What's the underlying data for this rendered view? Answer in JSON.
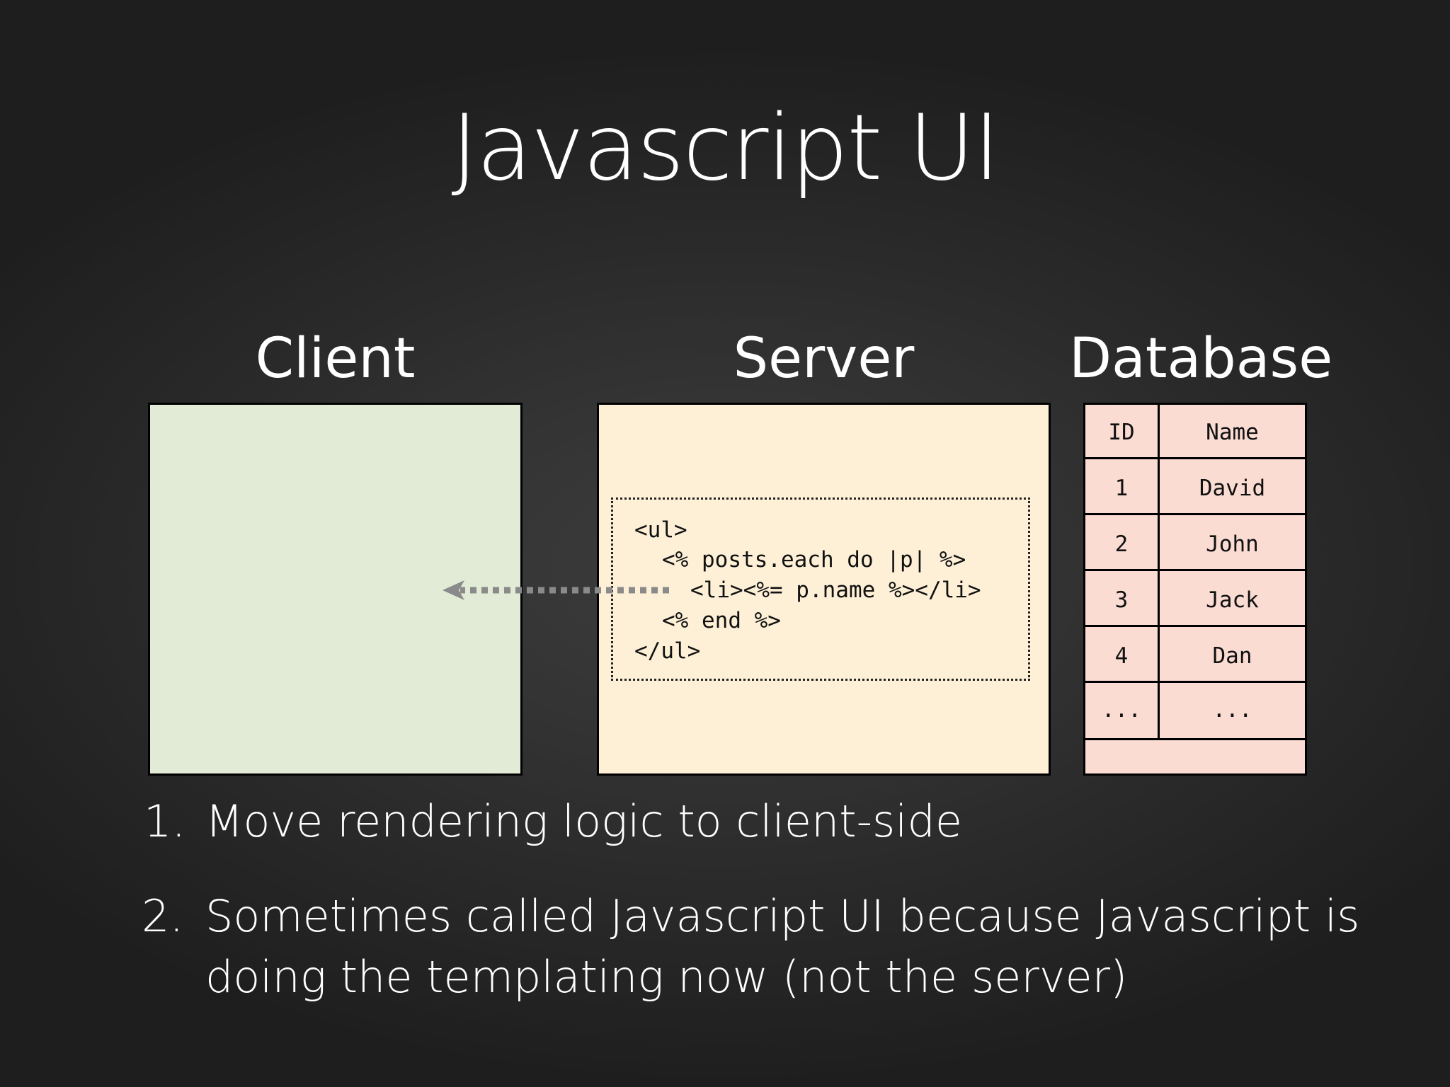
{
  "slide": {
    "title": "Javascript UI"
  },
  "columns": {
    "client": "Client",
    "server": "Server",
    "database": "Database"
  },
  "server_template": {
    "lines": [
      "<ul>",
      "<% posts.each do |p| %>",
      "<li><%= p.name %></li>",
      "<% end %>",
      "</ul>"
    ]
  },
  "database_table": {
    "headers": [
      "ID",
      "Name"
    ],
    "rows": [
      [
        "1",
        "David"
      ],
      [
        "2",
        "John"
      ],
      [
        "3",
        "Jack"
      ],
      [
        "4",
        "Dan"
      ],
      [
        "...",
        "..."
      ]
    ]
  },
  "points": [
    {
      "number": "1.",
      "lines": [
        "Move rendering logic to client-side"
      ]
    },
    {
      "number": "2.",
      "lines": [
        "Sometimes called Javascript UI because Javascript is",
        "doing the templating now (not the server)"
      ]
    }
  ],
  "colors": {
    "client_fill": "#e2ebd6",
    "server_fill": "#fdf0d6",
    "database_fill": "#fadcd2",
    "arrow": "#8a8a8a",
    "background": "#2b2b2b"
  }
}
